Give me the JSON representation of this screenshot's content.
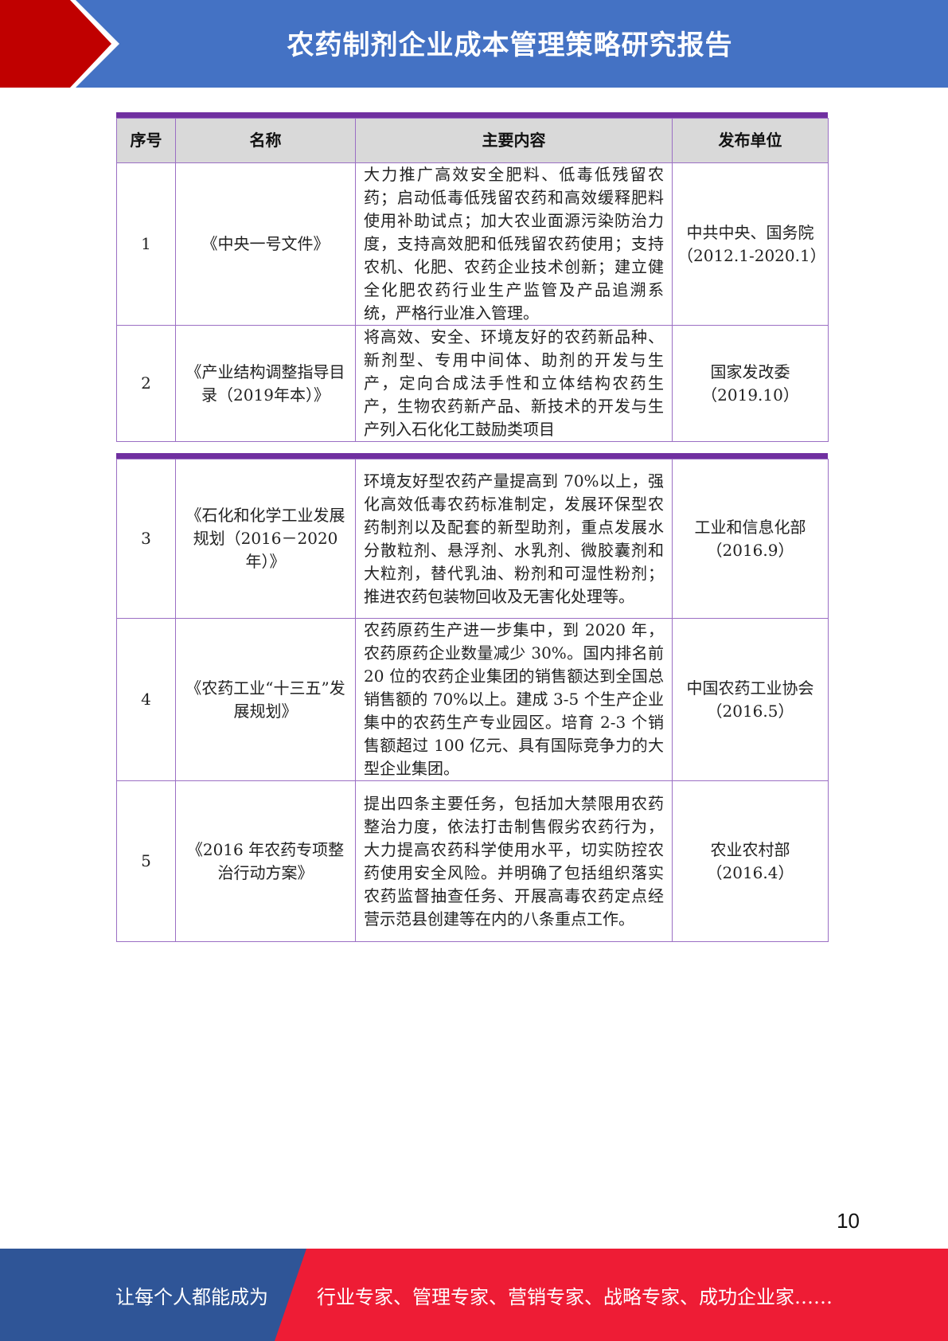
{
  "header": {
    "title": "农药制剂企业成本管理策略研究报告",
    "colors": {
      "blue": "#4472c4",
      "red": "#c00000"
    }
  },
  "table": {
    "columns": [
      "序号",
      "名称",
      "主要内容",
      "发布单位"
    ],
    "rows": [
      {
        "index": "1",
        "name": "《中央一号文件》",
        "content": "大力推广高效安全肥料、低毒低残留农药；启动低毒低残留农药和高效缓释肥料使用补助试点；加大农业面源污染防治力度，支持高效肥和低残留农药使用；支持农机、化肥、农药企业技术创新；建立健全化肥农药行业生产监管及产品追溯系统，严格行业准入管理。",
        "publisher": "中共中央、国务院（2012.1-2020.1）"
      },
      {
        "index": "2",
        "name": "《产业结构调整指导目录（2019年本）》",
        "content": "将高效、安全、环境友好的农药新品种、新剂型、专用中间体、助剂的开发与生产，定向合成法手性和立体结构农药生产，生物农药新产品、新技术的开发与生产列入石化化工鼓励类项目",
        "publisher": "国家发改委（2019.10）"
      },
      {
        "index": "3",
        "name": "《石化和化学工业发展规划（2016－2020年）》",
        "content": "环境友好型农药产量提高到 70%以上，强化高效低毒农药标准制定，发展环保型农药制剂以及配套的新型助剂，重点发展水分散粒剂、悬浮剂、水乳剂、微胶囊剂和大粒剂，替代乳油、粉剂和可湿性粉剂；推进农药包装物回收及无害化处理等。",
        "publisher": "工业和信息化部（2016.9）"
      },
      {
        "index": "4",
        "name": "《农药工业“十三五”发展规划》",
        "content": "农药原药生产进一步集中，到 2020 年，农药原药企业数量减少 30%。国内排名前 20 位的农药企业集团的销售额达到全国总销售额的 70%以上。建成 3-5 个生产企业集中的农药生产专业园区。培育 2-3 个销售额超过 100 亿元、具有国际竞争力的大型企业集团。",
        "publisher": "中国农药工业协会（2016.5）"
      },
      {
        "index": "5",
        "name": "《2016 年农药专项整治行动方案》",
        "content": "提出四条主要任务，包括加大禁限用农药整治力度，依法打击制售假劣农药行为，大力提高农药科学使用水平，切实防控农药使用安全风险。并明确了包括组织落实农药监督抽查任务、开展高毒农药定点经营示范县创建等在内的八条重点工作。",
        "publisher": "农业农村部（2016.4）"
      }
    ]
  },
  "page_number": "10",
  "footer": {
    "left_text": "让每个人都能成为",
    "right_text": "行业专家、管理专家、营销专家、战略专家、成功企业家……",
    "colors": {
      "blue": "#2f5597",
      "red": "#ee1c35"
    }
  }
}
